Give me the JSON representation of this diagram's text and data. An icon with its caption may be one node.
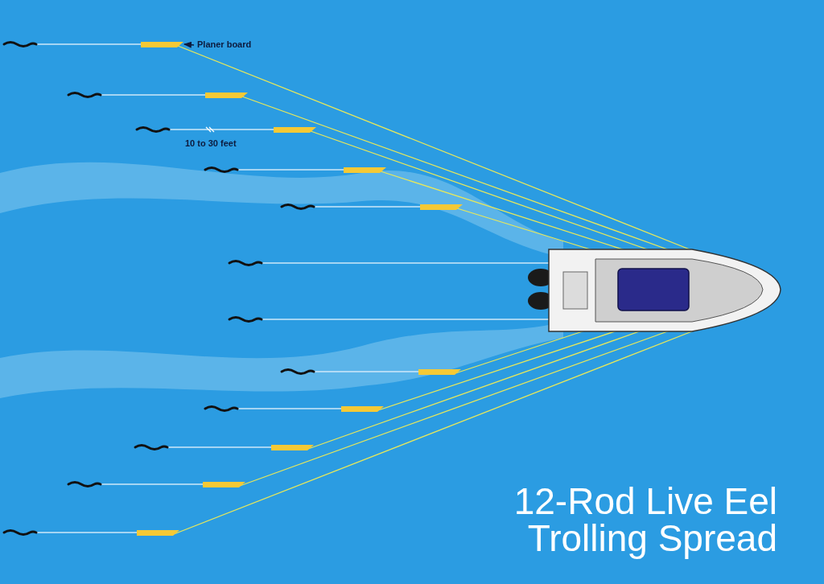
{
  "diagram": {
    "title": "12-Rod Live Eel Trolling Spread",
    "nodes": [
      {
        "text": [
          "Planer board"
        ]
      },
      {
        "text": [],
        "shape": "picture"
      },
      {
        "text": [],
        "shape": "picture"
      },
      {
        "text": [],
        "shape": "bar"
      },
      {
        "text": [],
        "shape": "picture"
      },
      {
        "text": [],
        "shape": "bar"
      },
      {
        "text": [],
        "shape": "picture"
      },
      {
        "text": [],
        "shape": "bar"
      },
      {
        "text": [],
        "shape": "picture"
      },
      {
        "text": [],
        "shape": "bar"
      },
      {
        "text": [],
        "shape": "picture"
      },
      {
        "text": [],
        "shape": "bar"
      },
      {
        "text": [],
        "shape": "picture"
      },
      {
        "text": [],
        "shape": "picture"
      },
      {
        "text": [],
        "shape": "picture"
      },
      {
        "text": [],
        "shape": "bar"
      },
      {
        "text": [],
        "shape": "picture"
      },
      {
        "text": [],
        "shape": "bar"
      },
      {
        "text": [],
        "shape": "picture"
      },
      {
        "text": [],
        "shape": "bar"
      },
      {
        "text": [],
        "shape": "picture"
      },
      {
        "text": [],
        "shape": "bar"
      },
      {
        "text": [],
        "shape": "picture"
      },
      {
        "text": [],
        "shape": "bar"
      }
    ],
    "edges": [
      {
        "from": 0,
        "to": 3,
        "arrow": "to",
        "color": "#0d1b3e"
      },
      {
        "from": 2,
        "to": 3,
        "arrow": "none"
      },
      {
        "from": 3,
        "to": 1,
        "arrow": "none",
        "color": "#e8e85a"
      },
      {
        "from": 4,
        "to": 5,
        "arrow": "none"
      },
      {
        "from": 5,
        "to": 1,
        "arrow": "none",
        "color": "#e8e85a"
      },
      {
        "from": 6,
        "to": 7,
        "arrow": "none"
      },
      {
        "from": 7,
        "to": 1,
        "arrow": "none",
        "color": "#e8e85a"
      },
      {
        "from": 8,
        "to": 9,
        "arrow": "none"
      },
      {
        "from": 9,
        "to": 1,
        "arrow": "none",
        "color": "#e8e85a"
      },
      {
        "from": 10,
        "to": 11,
        "arrow": "none"
      },
      {
        "from": 11,
        "to": 1,
        "arrow": "none",
        "color": "#e8e85a"
      },
      {
        "from": 12,
        "to": 1,
        "arrow": "none"
      },
      {
        "from": 13,
        "to": 1,
        "arrow": "none"
      },
      {
        "from": 14,
        "to": 15,
        "arrow": "none"
      },
      {
        "from": 15,
        "to": 1,
        "arrow": "none",
        "color": "#e8e85a"
      },
      {
        "from": 16,
        "to": 17,
        "arrow": "none"
      },
      {
        "from": 17,
        "to": 1,
        "arrow": "none",
        "color": "#e8e85a"
      },
      {
        "from": 18,
        "to": 19,
        "arrow": "none"
      },
      {
        "from": 19,
        "to": 1,
        "arrow": "none",
        "color": "#e8e85a"
      },
      {
        "from": 20,
        "to": 21,
        "arrow": "none"
      },
      {
        "from": 21,
        "to": 1,
        "arrow": "none",
        "color": "#e8e85a"
      },
      {
        "from": 22,
        "to": 23,
        "arrow": "none"
      },
      {
        "from": 23,
        "to": 1,
        "arrow": "none",
        "color": "#e8e85a"
      }
    ],
    "labels": [
      "10 to 30 feet"
    ]
  }
}
